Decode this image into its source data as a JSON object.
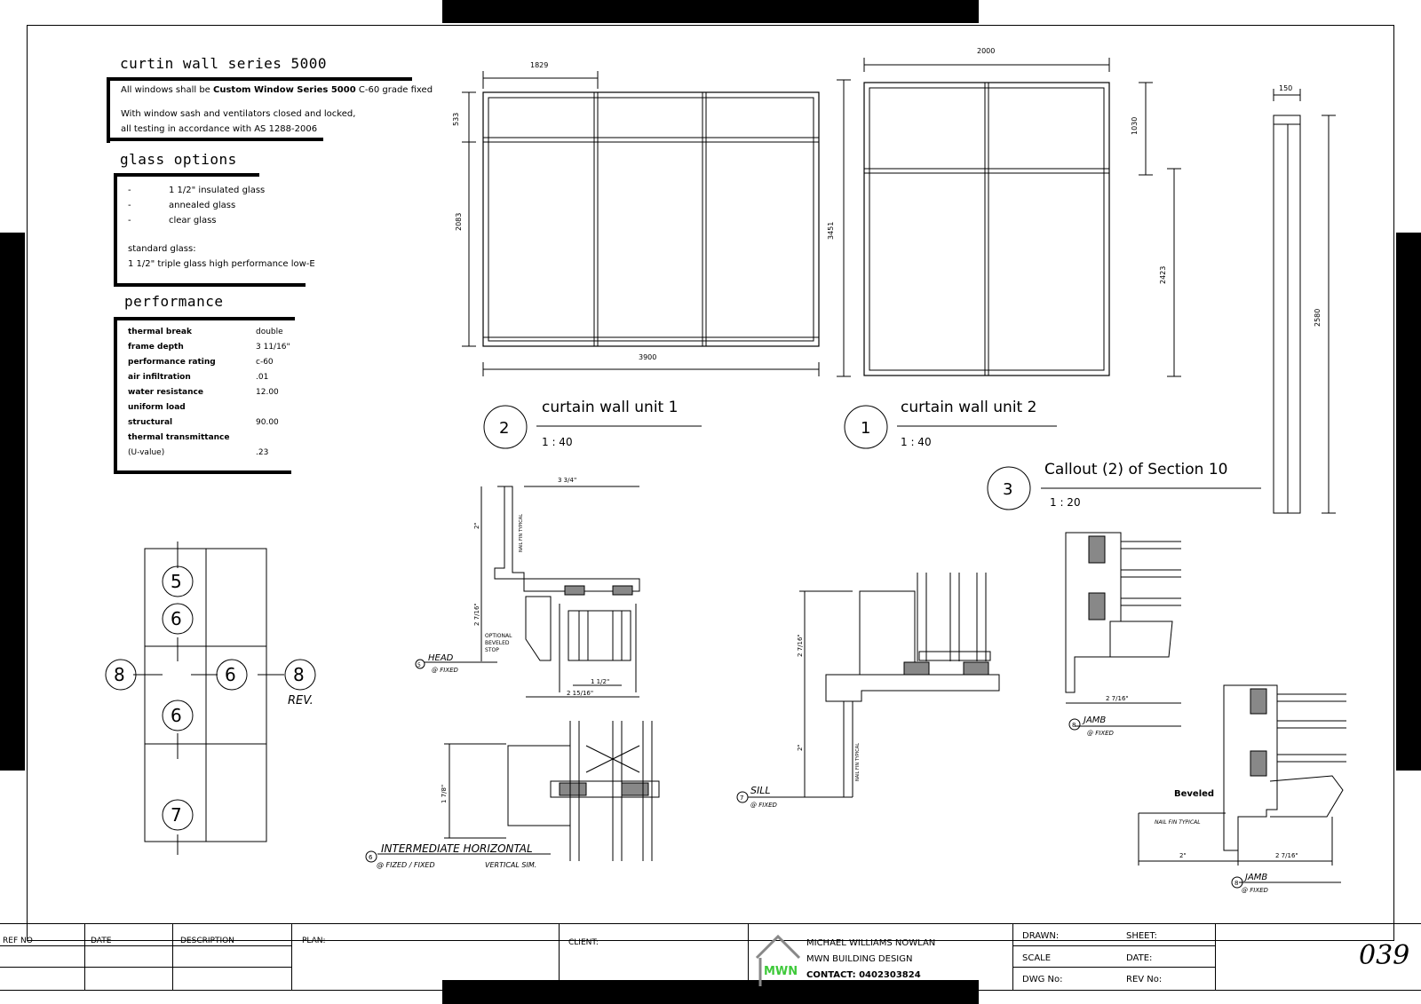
{
  "spec": {
    "heading": "curtin wall series 5000",
    "line1_pre": "All windows shall be ",
    "line1_bold": "Custom Window Series 5000",
    "line1_post": " C-60 grade fixed",
    "line2": "With window sash and ventilators closed and locked,",
    "line3": "all testing in accordance with AS 1288-2006"
  },
  "glass": {
    "heading": "glass options",
    "options": [
      "1 1/2\" insulated glass",
      "annealed glass",
      "clear glass"
    ],
    "dash": "-",
    "standard_label": "standard glass:",
    "standard_value": "1 1/2\" triple glass high performance low-E"
  },
  "performance": {
    "heading": "performance",
    "rows": [
      {
        "label": "thermal break",
        "value": "double"
      },
      {
        "label": "frame depth",
        "value": "3 11/16\""
      },
      {
        "label": "performance rating",
        "value": "c-60"
      },
      {
        "label": "air infiltration",
        "value": ".01"
      },
      {
        "label": "water resistance",
        "value": "12.00"
      },
      {
        "label": "uniform load",
        "value": ""
      },
      {
        "label": "structural",
        "value": "90.00"
      },
      {
        "label": "thermal transmittance",
        "value": ""
      },
      {
        "label": "(U-value)",
        "value": ".23"
      }
    ]
  },
  "unit1": {
    "title": "curtain wall unit 1",
    "scale": "1 : 40",
    "num": "2",
    "dim_top": "1829",
    "dim_bottom": "3900",
    "dim_left_top": "533",
    "dim_left": "2083",
    "dim_right": "3451"
  },
  "unit2": {
    "title": "curtain wall unit 2",
    "scale": "1 : 40",
    "num": "1",
    "dim_top": "2000",
    "dim_r1": "1030",
    "dim_r2": "2423"
  },
  "callout": {
    "title": "Callout (2) of Section 10",
    "scale": "1 : 20",
    "num": "3",
    "dim_top": "150",
    "dim_side": "2580"
  },
  "key": {
    "labels": [
      "5",
      "6",
      "8",
      "6",
      "8",
      "6",
      "7"
    ],
    "rev": "REV."
  },
  "details": {
    "head": {
      "num": "5",
      "label": "HEAD",
      "sub": "@ FIXED",
      "d1": "3 3/4\"",
      "d2": "2\"",
      "d3": "2 7/16\"",
      "d4": "1 1/2\"",
      "d5": "2 15/16\"",
      "nail": "NAIL FIN TYPICAL",
      "opt": [
        "OPTIONAL",
        "BEVELED",
        "STOP"
      ]
    },
    "inter": {
      "num": "6",
      "label": "INTERMEDIATE HORIZONTAL",
      "sub": "@ FIZED / FIXED",
      "sub2": "VERTICAL SIM.",
      "d1": "1 7/8\""
    },
    "sill": {
      "num": "7",
      "label": "SILL",
      "sub": "@ FIXED",
      "d1": "2 7/16\"",
      "d2": "2\"",
      "nail": "NAIL FIN TYPICAL"
    },
    "jamb1": {
      "num": "8",
      "label": "JAMB",
      "sub": "@ FIXED",
      "d1": "2 7/16\""
    },
    "jamb2": {
      "num": "8",
      "label": "JAMB",
      "sub": "@ FIXED",
      "d1": "2\"",
      "d2": "2 7/16\"",
      "beveled": "Beveled",
      "nail": "NAIL FIN TYPICAL"
    }
  },
  "titleblock": {
    "ref": "REF NO",
    "date": "DATE",
    "desc": "DESCRIPTION",
    "plan": "PLAN:",
    "client": "CLIENT:",
    "company1": "MICHAEL WILLIAMS NOWLAN",
    "company2": "MWN BUILDING DESIGN",
    "contact": "CONTACT: 0402303824",
    "logo_text": "MWN",
    "drawn": "DRAWN:",
    "sheet": "SHEET:",
    "scale": "SCALE",
    "date2": "DATE:",
    "dwg": "DWG No:",
    "rev": "REV No:",
    "sheet_number": "039"
  },
  "colors": {
    "logo_green": "#3ec93a",
    "ink": "#000000"
  }
}
